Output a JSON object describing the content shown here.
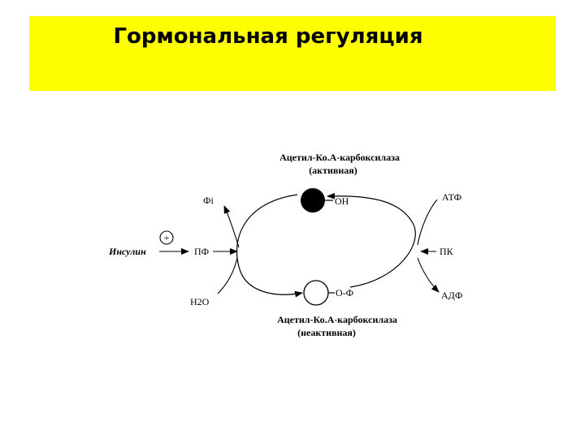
{
  "slide": {
    "title": "Гормональная регуляция",
    "colors": {
      "title_background": "#ffff00",
      "text": "#000000",
      "diagram": "#000000"
    }
  },
  "diagram": {
    "top_enzyme": {
      "name": "Ацетил-Ко.А-карбоксилаза",
      "state": "(активная)",
      "group": "OH"
    },
    "bottom_enzyme": {
      "name": "Ацетил-Ко.А-карбоксилаза",
      "state": "(неактивная)",
      "group": "O-Ф"
    },
    "left_cycle": {
      "product": "Фі",
      "enzyme": "ПФ",
      "substrate": "H2O",
      "activator": "Инсулин",
      "activator_sign": "+"
    },
    "right_cycle": {
      "substrate": "АТФ",
      "enzyme": "ПК",
      "product": "АДФ"
    }
  }
}
